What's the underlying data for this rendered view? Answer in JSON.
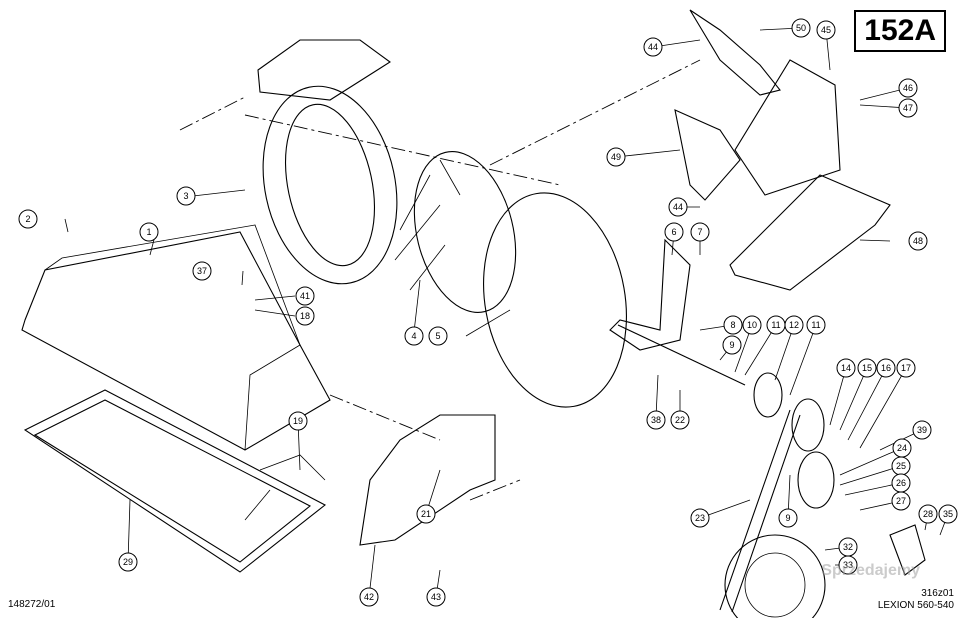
{
  "diagram": {
    "page_code": "152A",
    "drawing_number": "148272/01",
    "ref_code": "316z01",
    "model": "LEXION 560-540",
    "watermark": "Sprzedajemy",
    "callouts": [
      "1",
      "2",
      "3",
      "4",
      "5",
      "6",
      "7",
      "8",
      "9",
      "10",
      "11",
      "12",
      "14",
      "15",
      "16",
      "17",
      "18",
      "19",
      "21",
      "22",
      "23",
      "24",
      "25",
      "26",
      "27",
      "28",
      "29",
      "32",
      "33",
      "35",
      "37",
      "38",
      "39",
      "41",
      "42",
      "43",
      "44",
      "45",
      "46",
      "47",
      "48",
      "49",
      "50"
    ]
  }
}
